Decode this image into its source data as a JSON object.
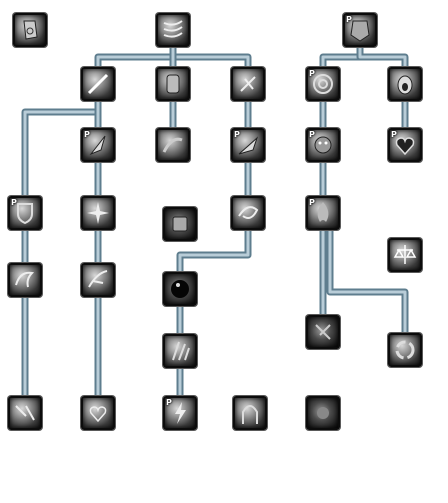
{
  "talent_tree": {
    "passive_marker": "P",
    "nodes": [
      {
        "id": "topleft",
        "icon": "scroll-icon",
        "passive": false
      },
      {
        "id": "root1",
        "icon": "claw-strike-icon",
        "passive": false
      },
      {
        "id": "root2",
        "icon": "gem-shield-icon",
        "passive": true
      },
      {
        "id": "r1c1",
        "icon": "slash-icon",
        "passive": false
      },
      {
        "id": "r1c2",
        "icon": "fist-icon",
        "passive": false
      },
      {
        "id": "r1c3",
        "icon": "spark-icon",
        "passive": false
      },
      {
        "id": "r1c4",
        "icon": "target-icon",
        "passive": true
      },
      {
        "id": "r1c5",
        "icon": "roar-icon",
        "passive": false
      },
      {
        "id": "r2c2",
        "icon": "blade-icon",
        "passive": true
      },
      {
        "id": "r2c3",
        "icon": "smoke-icon",
        "passive": false
      },
      {
        "id": "r2c4",
        "icon": "dagger-icon",
        "passive": true
      },
      {
        "id": "r2c5",
        "icon": "creature-icon",
        "passive": true
      },
      {
        "id": "r2c6",
        "icon": "heart-icon",
        "passive": true
      },
      {
        "id": "r3c1",
        "icon": "shield-icon",
        "passive": true
      },
      {
        "id": "r3c2",
        "icon": "burst-icon",
        "passive": false
      },
      {
        "id": "r3c3",
        "icon": "gauntlet-icon",
        "passive": false
      },
      {
        "id": "r3c4",
        "icon": "whirl-icon",
        "passive": false
      },
      {
        "id": "r3c5",
        "icon": "flame-icon",
        "passive": true
      },
      {
        "id": "r3c6",
        "icon": "scales-icon",
        "passive": false
      },
      {
        "id": "r4c1",
        "icon": "horn-icon",
        "passive": false
      },
      {
        "id": "r4c2",
        "icon": "feather-icon",
        "passive": false
      },
      {
        "id": "r4c3",
        "icon": "dark-orb-icon",
        "passive": false
      },
      {
        "id": "r5c3",
        "icon": "claws-icon",
        "passive": false
      },
      {
        "id": "r5c4",
        "icon": "rune-icon",
        "passive": false
      },
      {
        "id": "r5c5",
        "icon": "cycle-icon",
        "passive": false
      },
      {
        "id": "b1",
        "icon": "arrows-icon",
        "passive": false
      },
      {
        "id": "b2",
        "icon": "heart-outline-icon",
        "passive": false
      },
      {
        "id": "b3",
        "icon": "bolt-icon",
        "passive": true
      },
      {
        "id": "b4",
        "icon": "arch-icon",
        "passive": false
      },
      {
        "id": "b5",
        "icon": "dust-icon",
        "passive": false
      }
    ]
  }
}
